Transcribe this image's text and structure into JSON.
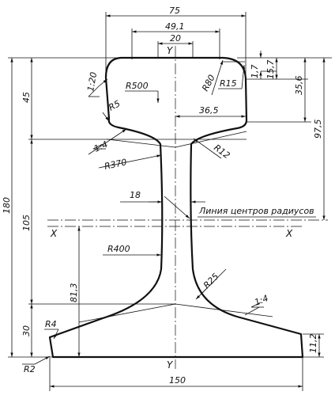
{
  "dimensions": {
    "width_75": "75",
    "width_49_1": "49,1",
    "width_20": "20",
    "head_36_5": "36,5",
    "height_180": "180",
    "height_45": "45",
    "height_105": "105",
    "height_30": "30",
    "height_97_5": "97,5",
    "height_35_6": "35,6",
    "height_15_7": "15,7",
    "height_1_7": "1,7",
    "height_81_3": "81,3",
    "height_11_2": "11,2",
    "web_18": "18",
    "base_150": "150"
  },
  "radii": {
    "r500": "R500",
    "r80": "R80",
    "r15": "R15",
    "r5": "R5",
    "r12": "R12",
    "r370": "R370",
    "r400": "R400",
    "r25": "R25",
    "r4": "R4",
    "r2": "R2"
  },
  "slopes": {
    "head_slope": "1:20",
    "underhead_slope": "1:4",
    "foot_slope": "1:4"
  },
  "axes": {
    "y_top": "Y",
    "y_bottom": "Y",
    "x_left": "X",
    "x_right": "X"
  },
  "annotations": {
    "center_line_note": "Линия центров радиусов"
  }
}
